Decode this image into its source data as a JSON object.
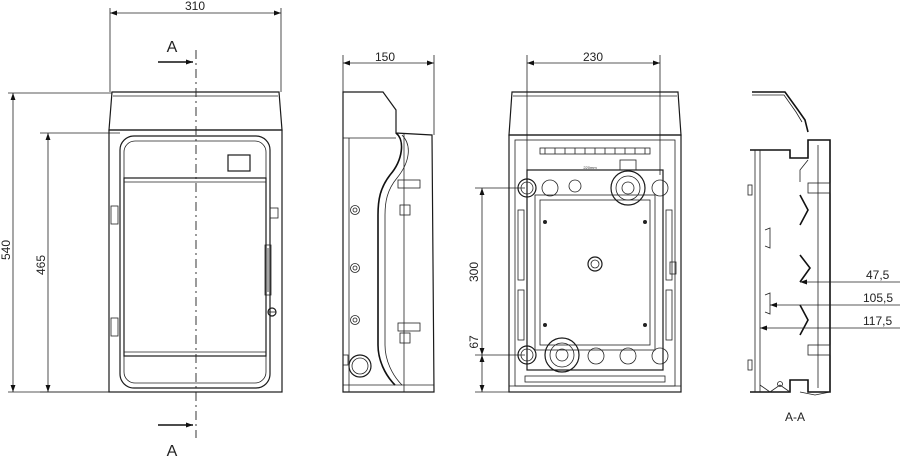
{
  "dimensions": {
    "front_width": "310",
    "front_height_total": "540",
    "front_height_inner": "465",
    "side_depth": "150",
    "back_width": "230",
    "back_hole_spacing": "300",
    "back_hole_offset": "67",
    "section_1": "47,5",
    "section_2": "105,5",
    "section_3": "117,5"
  },
  "labels": {
    "section_mark_top": "A",
    "section_mark_bottom": "A",
    "section_title": "A-A",
    "din_rail_text": "220mm"
  },
  "colors": {
    "line": "#1a1a1a",
    "background": "#ffffff"
  }
}
